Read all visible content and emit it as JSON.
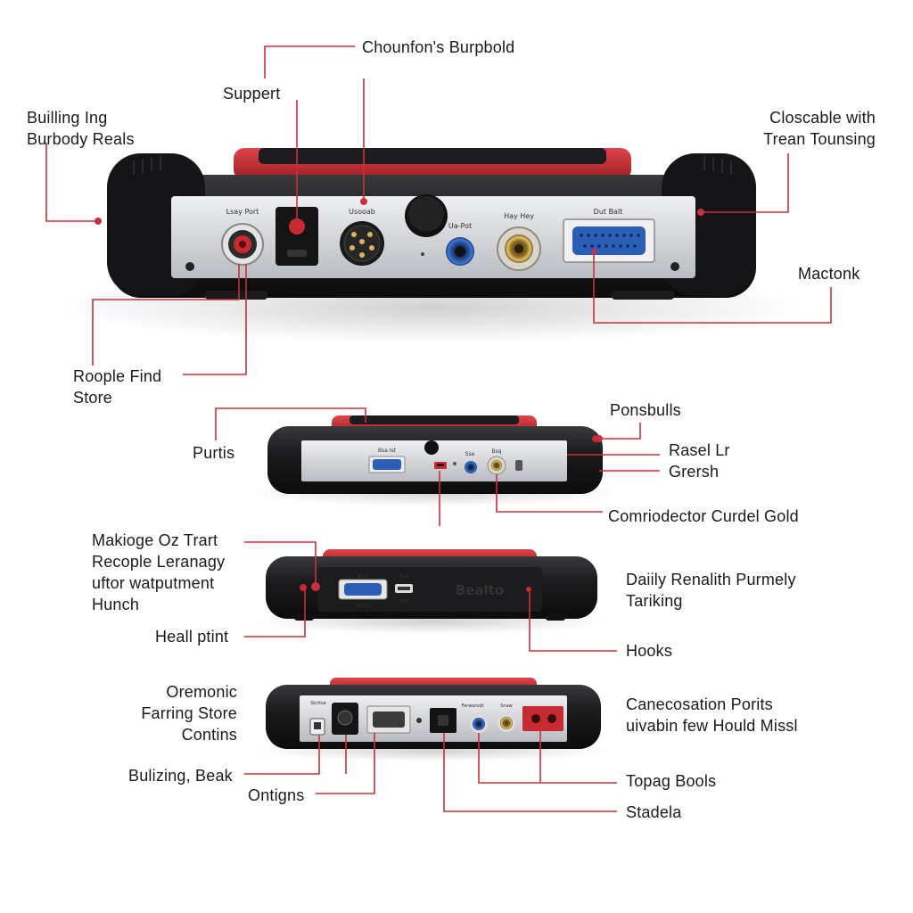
{
  "colors": {
    "leader_line": "#c8303a",
    "device_body": "#1c1c1e",
    "device_rubber": "#111113",
    "panel_silver": "#d9dadd",
    "accent_red": "#c62a32",
    "connector_blue": "#2a5fb8",
    "connector_gold": "#c9a44a"
  },
  "callouts": {
    "top_title": "Chounfon's Burpbold",
    "support": "Suppert",
    "building": "Builling Ing\nBurbody Reals",
    "closeable": "Closcable with\nTrean Tounsing",
    "mactonk": "Mactonk",
    "roople": "Roople Find\nStore",
    "ponsbulls": "Ponsbulls",
    "purtis": "Purtis",
    "rasel": "Rasel Lr\nGrersh",
    "comriodector": "Comriodector Curdel Gold",
    "makioge": "Makioge Oz Trart\nRecople Leranagy\nuftor watputment\nHunch",
    "daily": "Daiily Renalith Purmely\nTariking",
    "heall": "Heall ptint",
    "hooks": "Hooks",
    "oremonic": "Oremonic\nFarring Store\nContins",
    "canecosation": "Canecosation Porits\nuivabin few Hould Missl",
    "bulizing": "Bulizing, Beak",
    "ontigns": "Ontigns",
    "topag": "Topag Bools",
    "stadela": "Stadela"
  },
  "device1": {
    "port_labels": [
      "Lsay Port",
      "Usooab",
      "Ua-Pot",
      "Hay Hey",
      "Dut Balt"
    ]
  },
  "device2": {
    "port_labels": [
      "Bsa Ist",
      "Sse",
      "Bsq"
    ]
  },
  "device3": {
    "brand": "Bealto",
    "port_labels": [
      "Dvvp",
      "Sbo"
    ]
  },
  "device4": {
    "port_labels": [
      "Sbrdue",
      "Ferwarodt",
      "Snaw"
    ]
  }
}
